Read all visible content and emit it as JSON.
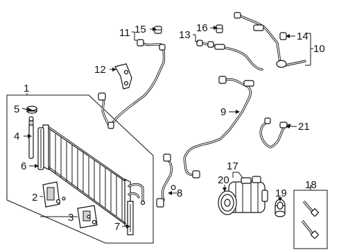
{
  "callouts": {
    "c1": "1",
    "c2": "2",
    "c3": "3",
    "c4": "4",
    "c5": "5",
    "c6": "6",
    "c7": "7",
    "c8": "8",
    "c9": "9",
    "c10": "10",
    "c11": "11",
    "c12": "12",
    "c13": "13",
    "c14": "14",
    "c15": "15",
    "c16": "16",
    "c17": "17",
    "c18": "18",
    "c19": "19",
    "c20": "20",
    "c21": "21"
  },
  "colors": {
    "line": "#111111",
    "background": "#ffffff",
    "shade": "#d0d0d0"
  }
}
